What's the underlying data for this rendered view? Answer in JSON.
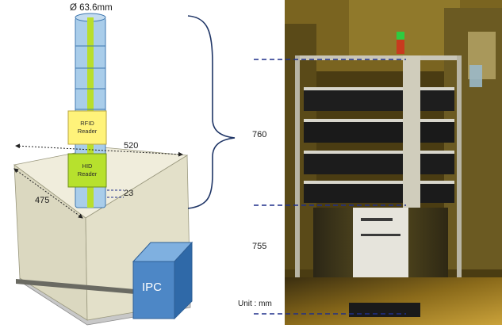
{
  "diagram": {
    "diameter_label": "Ø 63.6mm",
    "rfid_label": "RFID\nReader",
    "hid_label": "HID\nReader",
    "dim_width": "520",
    "dim_depth": "475",
    "dim_offset": "23",
    "ipc_label": "IPC",
    "dim_upper": "760",
    "dim_lower": "755",
    "unit_label": "Unit : mm"
  },
  "colors": {
    "pole_blue": "#a9cdea",
    "pole_green": "#b9de2c",
    "rfid_yellow": "#fff37a",
    "hid_green": "#b7e12d",
    "cart_top": "#ece9d8",
    "cart_front": "#dedbc3",
    "ipc_blue": "#4d87c6",
    "dashed_line": "#1f2f8a",
    "brace": "#1f3566"
  }
}
